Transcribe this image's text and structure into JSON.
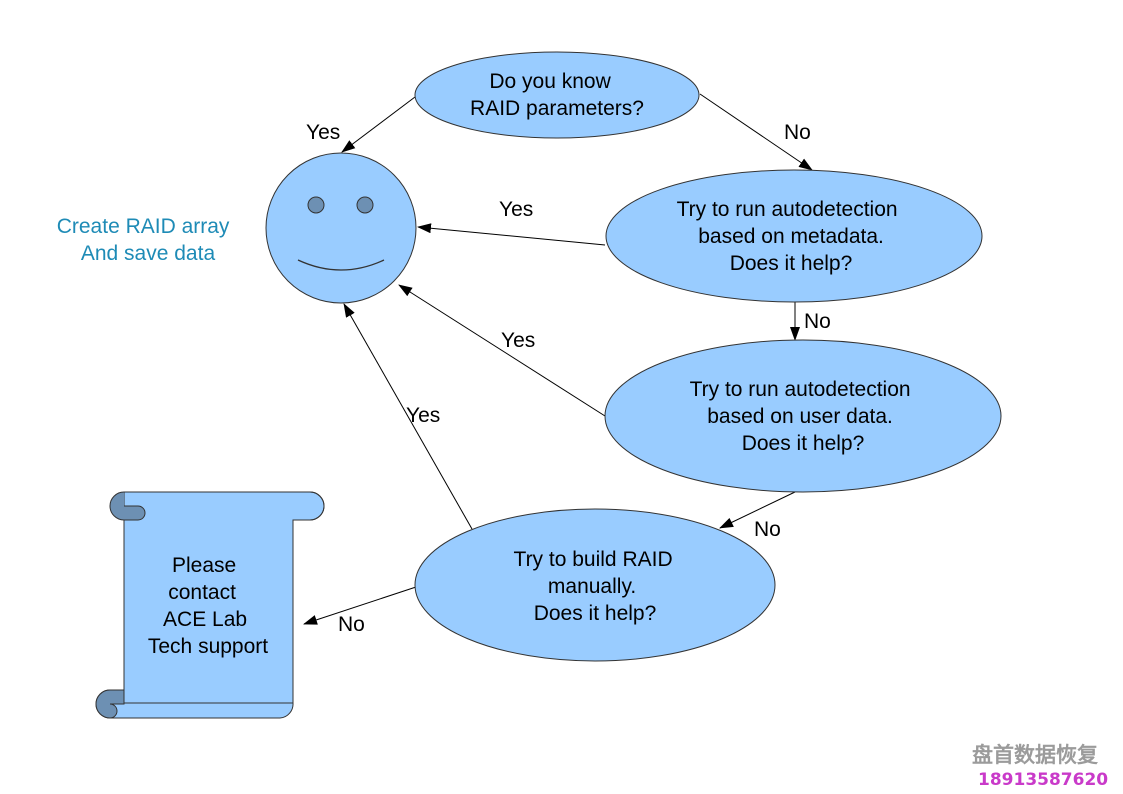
{
  "nodes": {
    "q_params": {
      "lines": [
        "Do you know",
        "RAID parameters?"
      ]
    },
    "q_meta": {
      "lines": [
        "Try to run autodetection",
        "based on metadata.",
        "Does it help?"
      ]
    },
    "q_user": {
      "lines": [
        "Try to run autodetection",
        "based on user data.",
        "Does it help?"
      ]
    },
    "q_manual": {
      "lines": [
        "Try to build RAID",
        "manually.",
        "Does it help?"
      ]
    },
    "support": {
      "lines": [
        "Please",
        "contact",
        "ACE Lab",
        "Tech support"
      ]
    },
    "success": {
      "lines": [
        "Create RAID array",
        "And save data"
      ]
    }
  },
  "edges": {
    "params_yes": "Yes",
    "params_no": "No",
    "meta_yes": "Yes",
    "meta_no": "No",
    "user_yes": "Yes",
    "user_no": "No",
    "manual_yes": "Yes",
    "manual_no": "No"
  },
  "watermark": {
    "name": "盘首数据恢复",
    "phone": "18913587620"
  },
  "colors": {
    "shape_fill": "#99ccff",
    "outline": "#333333",
    "side_note": "#1e8bb6"
  }
}
